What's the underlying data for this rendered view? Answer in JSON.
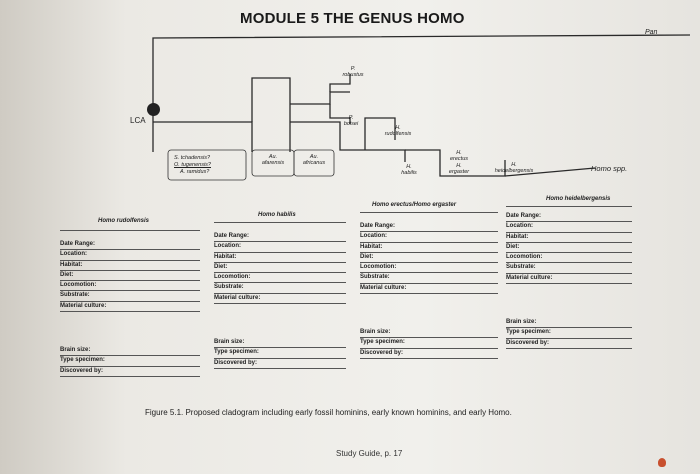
{
  "title": "MODULE 5 THE GENUS HOMO",
  "tree": {
    "lca": "LCA",
    "pan": "Pan",
    "homo_spp": "Homo spp.",
    "sahel": [
      "S. tchadensis?",
      "O. tugenensis?",
      "A. ramidus?"
    ],
    "au_afarensis": [
      "Au.",
      "afarensis"
    ],
    "au_africanus": [
      "Au.",
      "africanus"
    ],
    "p_robustus": [
      "P.",
      "robustus"
    ],
    "p_boisei": [
      "P.",
      "boisei"
    ],
    "h_rudolfensis": [
      "H.",
      "rudolfensis"
    ],
    "h_habilis": [
      "H.",
      "habilis"
    ],
    "h_erectus": [
      "H.",
      "erectus",
      "H.",
      "ergaster"
    ],
    "h_heidelbergensis": [
      "H.",
      "heidelbergensis"
    ]
  },
  "worksheets": [
    {
      "species": "Homo rudolfensis",
      "fields": [
        "Date Range:",
        "Location:",
        "Habitat:",
        "Diet:",
        "Locomotion:",
        "Substrate:",
        "Material culture:"
      ],
      "fields2": [
        "Brain size:",
        "Type specimen:",
        "Discovered by:"
      ]
    },
    {
      "species": "Homo habilis",
      "fields": [
        "Date Range:",
        "Location:",
        "Habitat:",
        "Diet:",
        "Locomotion:",
        "Substrate:",
        "Material culture:"
      ],
      "fields2": [
        "Brain size:",
        "Type specimen:",
        "Discovered by:"
      ]
    },
    {
      "species": "Homo erectus/Homo ergaster",
      "fields": [
        "Date Range:",
        "Location:",
        "Habitat:",
        "Diet:",
        "Locomotion:",
        "Substrate:",
        "Material culture:"
      ],
      "fields2": [
        "Brain size:",
        "Type specimen:",
        "Discovered by:"
      ]
    },
    {
      "species": "Homo heidelbergensis",
      "fields": [
        "Date Range:",
        "Location:",
        "Habitat:",
        "Diet:",
        "Locomotion:",
        "Substrate:",
        "Material culture:"
      ],
      "fields2": [
        "Brain size:",
        "Type specimen:",
        "Discovered by:"
      ]
    }
  ],
  "caption": "Figure 5.1. Proposed cladogram including early fossil hominins, early known hominins, and early Homo.",
  "footer": "Study Guide, p. 17"
}
